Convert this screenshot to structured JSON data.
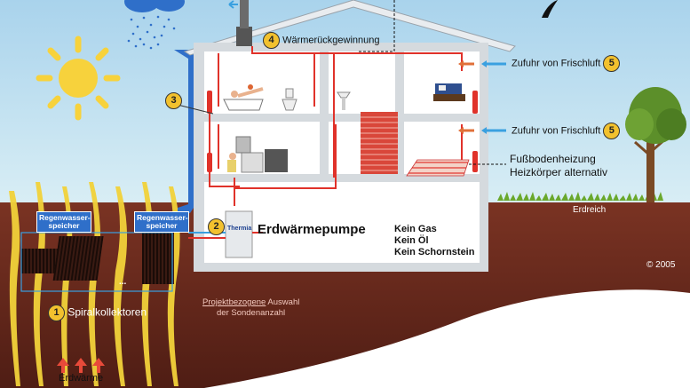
{
  "labels": {
    "heat_recovery": "Wärmerückgewinnung",
    "fresh_air_top": "Zufuhr von Frischluft",
    "fresh_air_mid": "Zufuhr von Frischluft",
    "floor_heating_line1": "Fußbodenheizung",
    "floor_heating_line2": "Heizkörper alternativ",
    "ground": "Erdreich",
    "copyright": "© 2005",
    "heat_pump": "Erdwärmepumpe",
    "no_gas": "Kein Gas",
    "no_oil": "Kein Öl",
    "no_chimney": "Kein Schornstein",
    "pump_brand": "Thermia",
    "tank_left_line1": "Regenwasser-",
    "tank_left_line2": "speicher",
    "tank_right_line1": "Regenwasser-",
    "tank_right_line2": "speicher",
    "spiral": "Spiralkollektoren",
    "earth_heat": "Erdwärme",
    "probe_line1_link": "Projektbezogene",
    "probe_line1_rest": " Auswahl",
    "probe_line2": "der Sondenanzahl",
    "ellipsis": "..."
  },
  "badges": {
    "n1": "1",
    "n2": "2",
    "n3": "3",
    "n4": "4",
    "n5a": "5",
    "n5b": "5"
  },
  "colors": {
    "sky": "#bfe0f0",
    "earth": "#6b2a1e",
    "pipe_red": "#e0322a",
    "rain_blue": "#2f6fc9",
    "badge": "#f2c12e",
    "arrow_blue": "#3aa0e0",
    "arrow_orange": "#e0703a"
  }
}
